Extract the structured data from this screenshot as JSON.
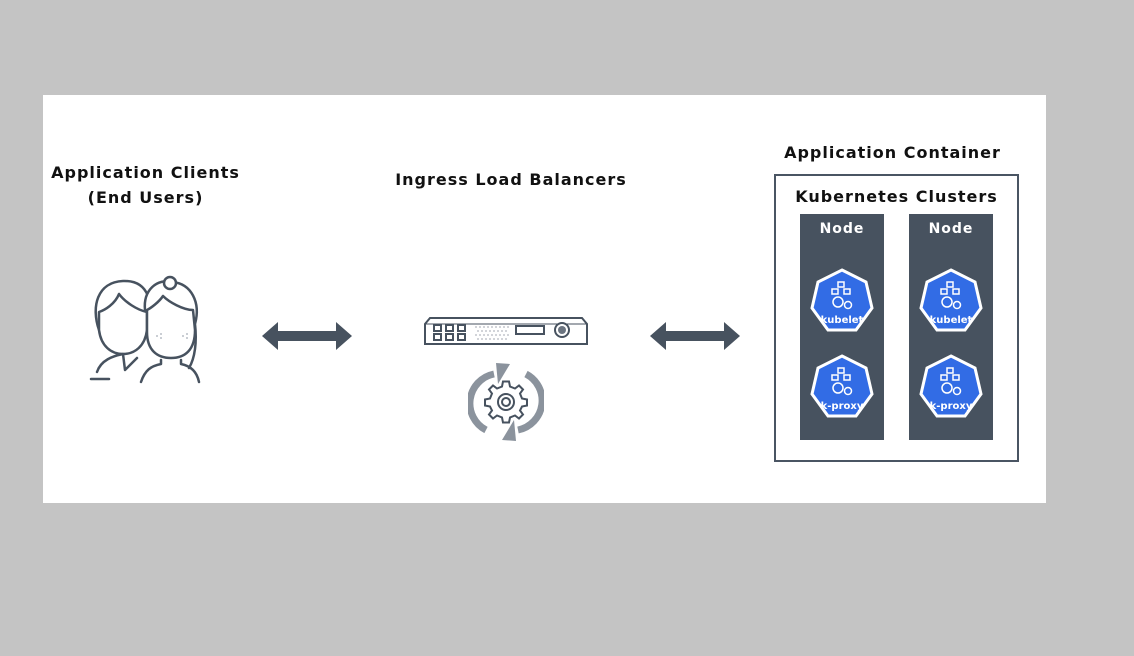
{
  "clients": {
    "title_line1": "Application Clients",
    "title_line2": "(End Users)",
    "icon": "users-icon"
  },
  "ingress": {
    "title": "Ingress Load Balancers",
    "icons": [
      "server-icon",
      "sync-gear-icon"
    ]
  },
  "container": {
    "title": "Application Container",
    "cluster_title": "Kubernetes Clusters",
    "nodes": [
      {
        "title": "Node",
        "components": [
          "kubelet",
          "k-proxy"
        ]
      },
      {
        "title": "Node",
        "components": [
          "kubelet",
          "k-proxy"
        ]
      }
    ]
  },
  "colors": {
    "background": "#c4c4c4",
    "card": "#ffffff",
    "arrow": "#47525f",
    "node": "#47525f",
    "k8s_blue": "#326ce5"
  }
}
